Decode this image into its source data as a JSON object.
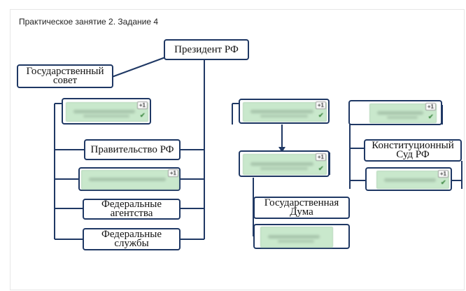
{
  "page": {
    "title": "Практическое занятие 2. Задание 4"
  },
  "colors": {
    "line": "#1f3864",
    "answer_fill": "#c9e8cc",
    "check": "#2e7d32"
  },
  "nodes": {
    "president": "Президент РФ",
    "state_council": "Государственный совет",
    "government": "Правительство РФ",
    "federal_agencies": "Федеральные агентства",
    "federal_services": "Федеральные службы",
    "state_duma": "Государственная Дума",
    "constitutional_court": "Конституционный Суд РФ"
  },
  "answers": {
    "badge": "+1",
    "check_icon": "check-icon"
  }
}
